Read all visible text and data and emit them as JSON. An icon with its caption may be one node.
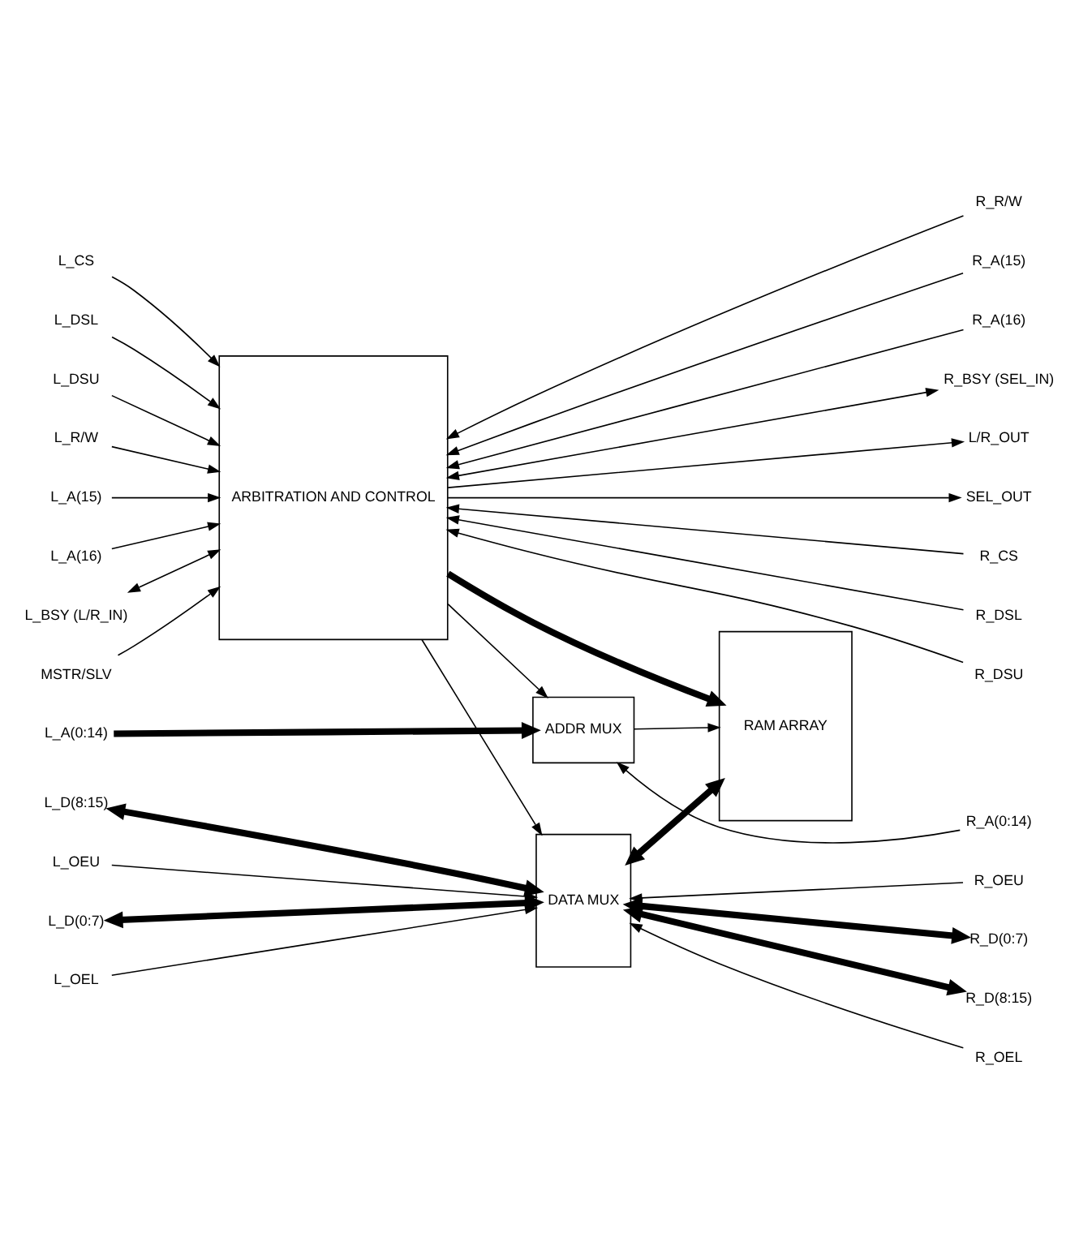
{
  "diagram": {
    "nodes": [
      {
        "text": [
          "MSTR/SLV"
        ]
      },
      {
        "text": [
          "ARBITRATION AND CONTROL"
        ]
      },
      {
        "text": [
          "L/R_OUT"
        ]
      },
      {
        "text": [
          "SEL_OUT"
        ]
      },
      {
        "text": [
          "L_CS"
        ]
      },
      {
        "text": [
          "L_DSL"
        ]
      },
      {
        "text": [
          "L_DSU"
        ]
      },
      {
        "text": [
          "L_R/W"
        ]
      },
      {
        "text": [
          "L_A(15)"
        ]
      },
      {
        "text": [
          "L_A(16)"
        ]
      },
      {
        "text": [
          "L_BSY (L/R_IN)"
        ]
      },
      {
        "text": [
          "R_CS"
        ]
      },
      {
        "text": [
          "R_DSL"
        ]
      },
      {
        "text": [
          "R_DSU"
        ]
      },
      {
        "text": [
          "R_R/W"
        ]
      },
      {
        "text": [
          "R_A(15)"
        ]
      },
      {
        "text": [
          "R_A(16)"
        ]
      },
      {
        "text": [
          "R_BSY (SEL_IN)"
        ]
      },
      {
        "text": [
          "L_A(0:14)"
        ]
      },
      {
        "text": [
          "ADDR MUX"
        ]
      },
      {
        "text": [
          "R_A(0:14)"
        ]
      },
      {
        "text": [
          "L_D(0:7)"
        ]
      },
      {
        "text": [
          "L_OEL"
        ]
      },
      {
        "text": [
          "DATA MUX"
        ]
      },
      {
        "text": [
          "L_D(8:15)"
        ]
      },
      {
        "text": [
          "L_OEU"
        ]
      },
      {
        "text": [
          "R_D(0:7)"
        ]
      },
      {
        "text": [
          "R_OEL"
        ]
      },
      {
        "text": [
          "R_D(8:15)"
        ]
      },
      {
        "text": [
          "R_OEU"
        ]
      },
      {
        "text": [
          "RAM ARRAY"
        ]
      }
    ],
    "edges": [
      {
        "from": 0,
        "to": 1,
        "arrow": "to"
      },
      {
        "from": 1,
        "to": 2,
        "arrow": "to"
      },
      {
        "from": 1,
        "to": 3,
        "arrow": "to"
      },
      {
        "from": 4,
        "to": 1,
        "arrow": "to"
      },
      {
        "from": 5,
        "to": 1,
        "arrow": "to"
      },
      {
        "from": 6,
        "to": 1,
        "arrow": "to"
      },
      {
        "from": 7,
        "to": 1,
        "arrow": "to"
      },
      {
        "from": 8,
        "to": 1,
        "arrow": "to"
      },
      {
        "from": 9,
        "to": 1,
        "arrow": "to"
      },
      {
        "from": 10,
        "to": 1,
        "arrow": "both"
      },
      {
        "from": 11,
        "to": 1,
        "arrow": "to"
      },
      {
        "from": 12,
        "to": 1,
        "arrow": "to"
      },
      {
        "from": 13,
        "to": 1,
        "arrow": "to"
      },
      {
        "from": 14,
        "to": 1,
        "arrow": "to"
      },
      {
        "from": 15,
        "to": 1,
        "arrow": "to"
      },
      {
        "from": 16,
        "to": 1,
        "arrow": "to"
      },
      {
        "from": 17,
        "to": 1,
        "arrow": "both"
      },
      {
        "from": 1,
        "to": 19,
        "arrow": "to"
      },
      {
        "from": 1,
        "to": 23,
        "arrow": "to"
      },
      {
        "from": 18,
        "to": 19,
        "arrow": "to",
        "style": "thick"
      },
      {
        "from": 20,
        "to": 19,
        "arrow": "to"
      },
      {
        "from": 21,
        "to": 23,
        "arrow": "both",
        "style": "thick"
      },
      {
        "from": 22,
        "to": 23,
        "arrow": "to"
      },
      {
        "from": 24,
        "to": 23,
        "arrow": "both",
        "style": "thick"
      },
      {
        "from": 25,
        "to": 23,
        "arrow": "to"
      },
      {
        "from": 23,
        "to": 26,
        "arrow": "both",
        "style": "thick"
      },
      {
        "from": 27,
        "to": 23,
        "arrow": "to"
      },
      {
        "from": 23,
        "to": 28,
        "arrow": "both",
        "style": "thick"
      },
      {
        "from": 29,
        "to": 23,
        "arrow": "to"
      },
      {
        "from": 1,
        "to": 30,
        "arrow": "to",
        "style": "thick"
      },
      {
        "from": 19,
        "to": 30,
        "arrow": "to"
      },
      {
        "from": 23,
        "to": 30,
        "arrow": "both",
        "style": "thick"
      }
    ]
  }
}
